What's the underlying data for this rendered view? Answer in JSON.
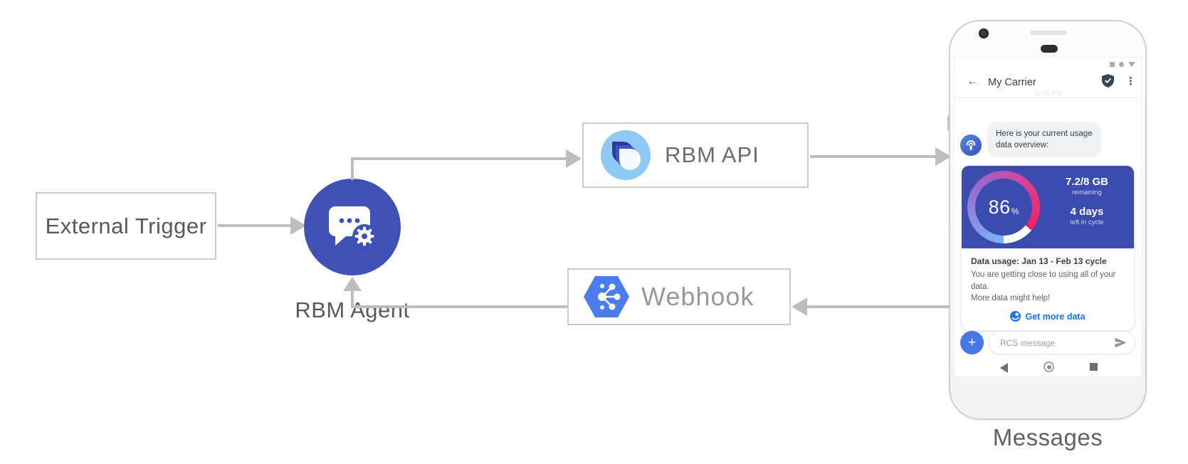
{
  "colors": {
    "accent_indigo": "#3f51b5",
    "card_indigo": "#3b4bae",
    "arrow_gray": "#bdbdbd",
    "link_blue": "#1a73e8",
    "webhook_hexagon_blue": "#4a7cee",
    "api_logo_light_blue": "#8ecaf4",
    "gauge_gradient": [
      "#79b6f5",
      "#9a68cf",
      "#dd3d92",
      "#ee2264"
    ],
    "gauge_track_remainder": "#ffffff"
  },
  "icons": {
    "back_arrow": "←",
    "overflow_menu": "⋮",
    "plus": "+"
  },
  "diagram": {
    "external_trigger_label": "External Trigger",
    "rbm_agent_label": "RBM Agent",
    "rbm_api_label": "RBM API",
    "webhook_label": "Webhook",
    "device_caption": "Messages"
  },
  "phone": {
    "header": {
      "title": "My Carrier",
      "timestamp": "12:30 PM"
    },
    "chat": {
      "bubble": {
        "lines": [
          "Here is your current usage",
          "data overview:"
        ]
      },
      "card": {
        "gauge_percent": 86,
        "gauge_percent_suffix": "%",
        "remaining_value": "7.2/8 GB",
        "remaining_label": "remaining",
        "cycle_value": "4 days",
        "cycle_label": "left in cycle",
        "usage_title": "Data usage: Jan 13 - Feb 13 cycle",
        "usage_body_lines": [
          "You are getting close to using all of your data.",
          "More data might help!"
        ],
        "action_label": "Get more data"
      }
    },
    "composer": {
      "placeholder": "RCS message"
    }
  }
}
